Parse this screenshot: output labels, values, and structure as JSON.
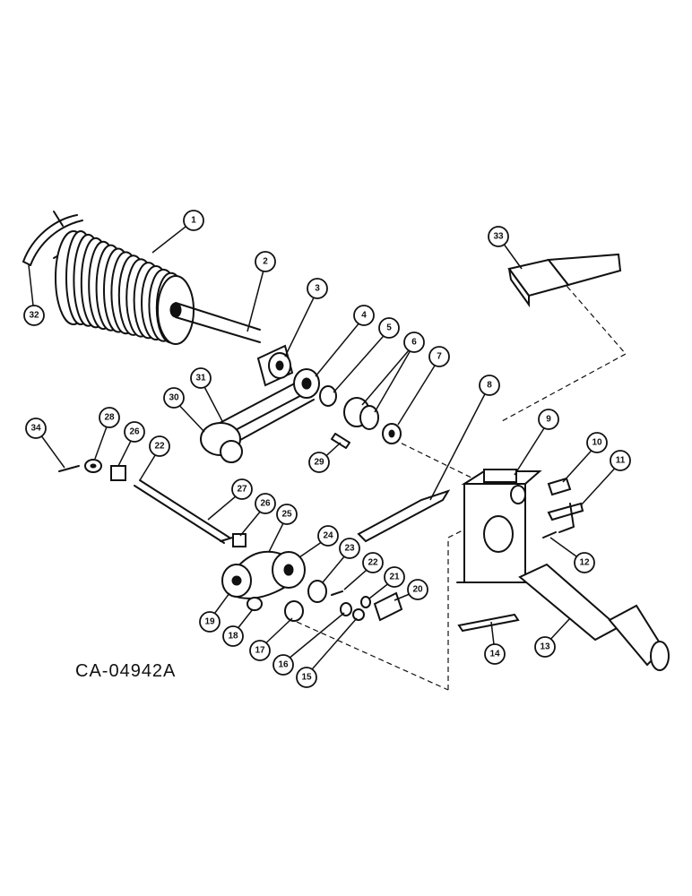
{
  "figure": {
    "reference_code": "CA-04942A"
  },
  "callouts": [
    {
      "id": "1",
      "label": "1"
    },
    {
      "id": "2",
      "label": "2"
    },
    {
      "id": "3",
      "label": "3"
    },
    {
      "id": "4",
      "label": "4"
    },
    {
      "id": "5",
      "label": "5"
    },
    {
      "id": "6",
      "label": "6"
    },
    {
      "id": "7",
      "label": "7"
    },
    {
      "id": "8",
      "label": "8"
    },
    {
      "id": "9",
      "label": "9"
    },
    {
      "id": "10",
      "label": "10"
    },
    {
      "id": "11",
      "label": "11"
    },
    {
      "id": "12",
      "label": "12"
    },
    {
      "id": "13",
      "label": "13"
    },
    {
      "id": "14",
      "label": "14"
    },
    {
      "id": "15",
      "label": "15"
    },
    {
      "id": "16",
      "label": "16"
    },
    {
      "id": "17",
      "label": "17"
    },
    {
      "id": "18",
      "label": "18"
    },
    {
      "id": "19",
      "label": "19"
    },
    {
      "id": "20",
      "label": "20"
    },
    {
      "id": "21",
      "label": "21"
    },
    {
      "id": "22a",
      "label": "22"
    },
    {
      "id": "22b",
      "label": "22"
    },
    {
      "id": "23",
      "label": "23"
    },
    {
      "id": "24",
      "label": "24"
    },
    {
      "id": "25",
      "label": "25"
    },
    {
      "id": "26a",
      "label": "26"
    },
    {
      "id": "26b",
      "label": "26"
    },
    {
      "id": "27",
      "label": "27"
    },
    {
      "id": "28",
      "label": "28"
    },
    {
      "id": "29",
      "label": "29"
    },
    {
      "id": "30",
      "label": "30"
    },
    {
      "id": "31",
      "label": "31"
    },
    {
      "id": "32",
      "label": "32"
    },
    {
      "id": "33",
      "label": "33"
    },
    {
      "id": "34",
      "label": "34"
    }
  ]
}
